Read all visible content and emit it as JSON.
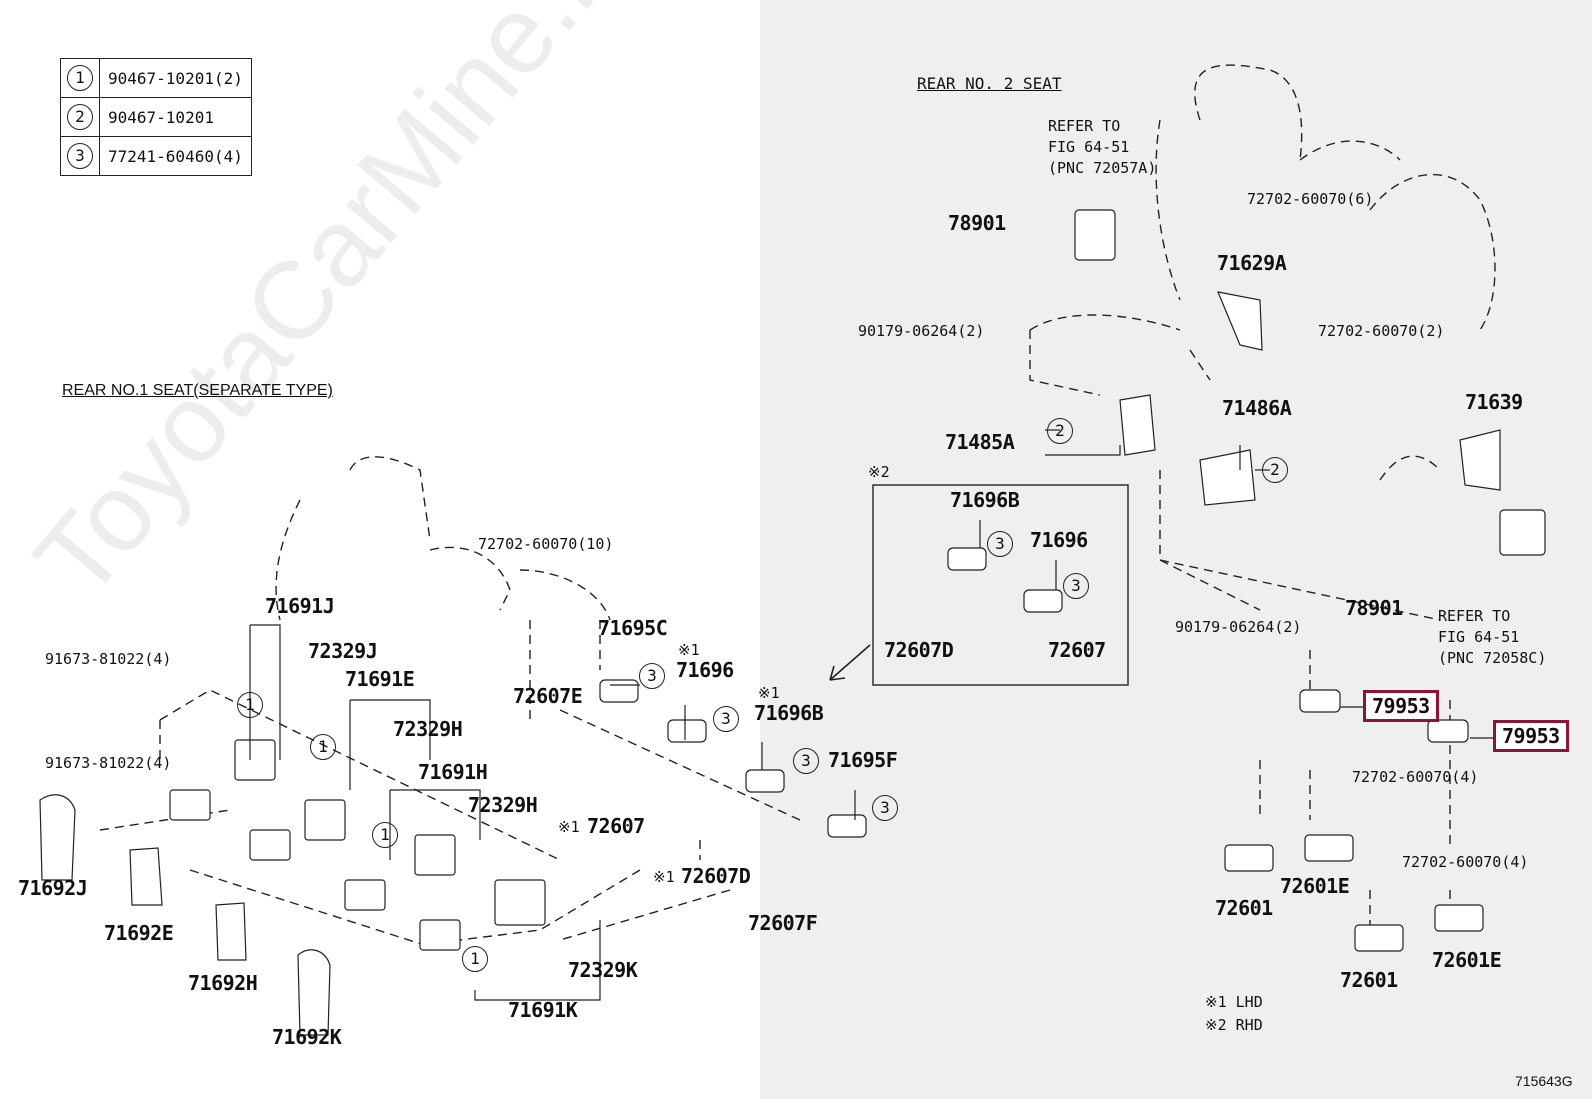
{
  "legend": [
    {
      "num": "1",
      "part": "90467-10201(2)"
    },
    {
      "num": "2",
      "part": "90467-10201"
    },
    {
      "num": "3",
      "part": "77241-60460(4)"
    }
  ],
  "headings": {
    "rear1": "REAR NO.1 SEAT(SEPARATE TYPE)",
    "rear2": "REAR NO. 2 SEAT"
  },
  "refer_top": [
    "REFER TO",
    "FIG 64-51",
    "(PNC 72057A)"
  ],
  "refer_bottom": [
    "REFER TO",
    "FIG 64-51",
    "(PNC 72058C)"
  ],
  "labels": {
    "p78901a": "78901",
    "p90179a": "90179-06264(2)",
    "p72702_6": "72702-60070(6)",
    "p71629A": "71629A",
    "p72702_2": "72702-60070(2)",
    "p71485A": "71485A",
    "p71486A": "71486A",
    "p71639": "71639",
    "p78901b": "78901",
    "p90179b": "90179-06264(2)",
    "p79953a": "79953",
    "p79953b": "79953",
    "p72702_4a": "72702-60070(4)",
    "p72702_4b": "72702-60070(4)",
    "p72601a": "72601",
    "p72601Ea": "72601E",
    "p72601b": "72601",
    "p72601Eb": "72601E",
    "p72702_10": "72702-60070(10)",
    "p71691J": "71691J",
    "p72329J": "72329J",
    "p91673a": "91673-81022(4)",
    "p71691E": "71691E",
    "p72329H": "72329H",
    "p91673b": "91673-81022(4)",
    "p71691H": "71691H",
    "p72329H2": "72329H",
    "p71692J": "71692J",
    "p71692E": "71692E",
    "p71692H": "71692H",
    "p71692K": "71692K",
    "p72329K": "72329K",
    "p71691K": "71691K",
    "p71695C": "71695C",
    "p71696": "71696",
    "p72607E": "72607E",
    "p71696B": "71696B",
    "p71695F": "71695F",
    "p72607": "72607",
    "p72607D": "72607D",
    "p72607F": "72607F",
    "box_71696B": "71696B",
    "box_71696": "71696",
    "box_72607D": "72607D",
    "box_72607": "72607"
  },
  "marks": {
    "x1a": "※1",
    "x1b": "※1",
    "x1c": "※1",
    "x1d": "※1",
    "x2": "※2"
  },
  "notes": [
    "※1 LHD",
    "※2 RHD"
  ],
  "figure_id": "715643G",
  "watermark": "ToyotaCarMine.ru",
  "colors": {
    "highlight": "#8b1538",
    "right_panel": "#efefef"
  }
}
